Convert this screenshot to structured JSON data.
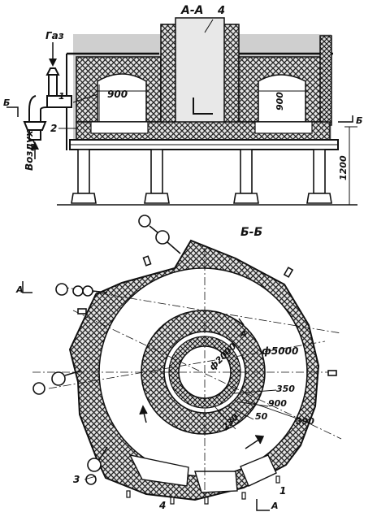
{
  "section_aa": {
    "title": "А-А",
    "labels": {
      "gas": "Газ",
      "air": "Воздух",
      "mark_b": "Б",
      "mark_b_right": "Б",
      "num_1": "1",
      "num_2": "2",
      "num_4": "4",
      "dim_900_left": "900",
      "dim_900_right": "900",
      "dim_1200": "1200"
    }
  },
  "section_bb": {
    "title": "Б-Б",
    "labels": {
      "mark_a": "А",
      "mark_a_inner": "А",
      "dia_5000": "ф5000",
      "dia_2000": "ф2000",
      "dim_350": "350",
      "dim_900": "900",
      "dim_50": "50",
      "dim_230": "230",
      "dim_390": "390",
      "num_1": "1",
      "num_3": "3",
      "num_4": "4",
      "mark_a_bottom": "А"
    }
  },
  "colors": {
    "ink": "#111111",
    "paper": "#ffffff",
    "shade": "#d0d0d0",
    "hatch_bg": "#e6e6e6"
  }
}
